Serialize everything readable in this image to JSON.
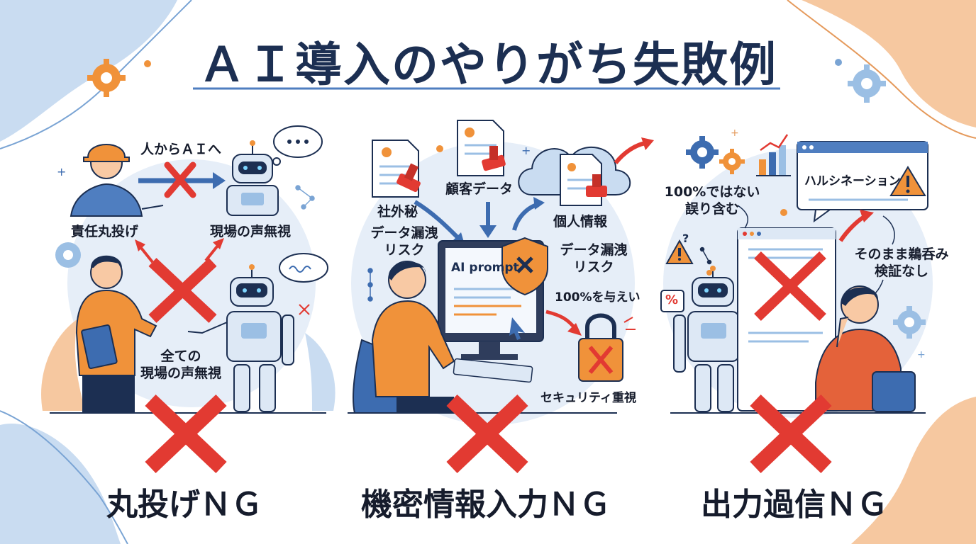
{
  "title": "ＡＩ導入のやりがち失敗例",
  "colors": {
    "navy": "#1c2f52",
    "red_x": "#e23a32",
    "blue_blob": "#c9dcf1",
    "orange_blob": "#f6c8a0",
    "circle_bg": "#e6eef8",
    "orange_shirt": "#f0923a"
  },
  "panels": [
    {
      "caption": "丸投げＮＧ",
      "labels": {
        "top_arrow": "人からＡＩへ",
        "left": "責任丸投げ",
        "right": "現場の声無視",
        "bottom": "全ての\n現場の声無視"
      },
      "icons": [
        "worker-icon",
        "robot-icon",
        "thought-bubble-icon",
        "gear-icon",
        "red-x-icon"
      ]
    },
    {
      "caption": "機密情報入力ＮＧ",
      "labels": {
        "doc_top": "顧客データ",
        "left_top": "社外秘",
        "left_mid": "データ漏洩\nリスク",
        "right_top": "個人情報",
        "right_mid": "データ漏洩\nリスク",
        "screen": "AI prompt",
        "lock_label": "100%を与えい",
        "bottom": "セキュリティ重視"
      },
      "icons": [
        "document-icon",
        "stamp-icon",
        "cloud-icon",
        "shield-icon",
        "lock-icon",
        "computer-icon",
        "red-x-icon"
      ]
    },
    {
      "caption": "出力過信ＮＧ",
      "labels": {
        "left_top": "100%ではない\n誤り含む",
        "bubble": "ハルシネーション",
        "right_mid": "そのまま鵜呑み\n検証なし",
        "percent_icon": "%"
      },
      "icons": [
        "gear-icon",
        "bar-chart-icon",
        "warning-icon",
        "robot-icon",
        "browser-window-icon",
        "red-x-icon"
      ]
    }
  ]
}
